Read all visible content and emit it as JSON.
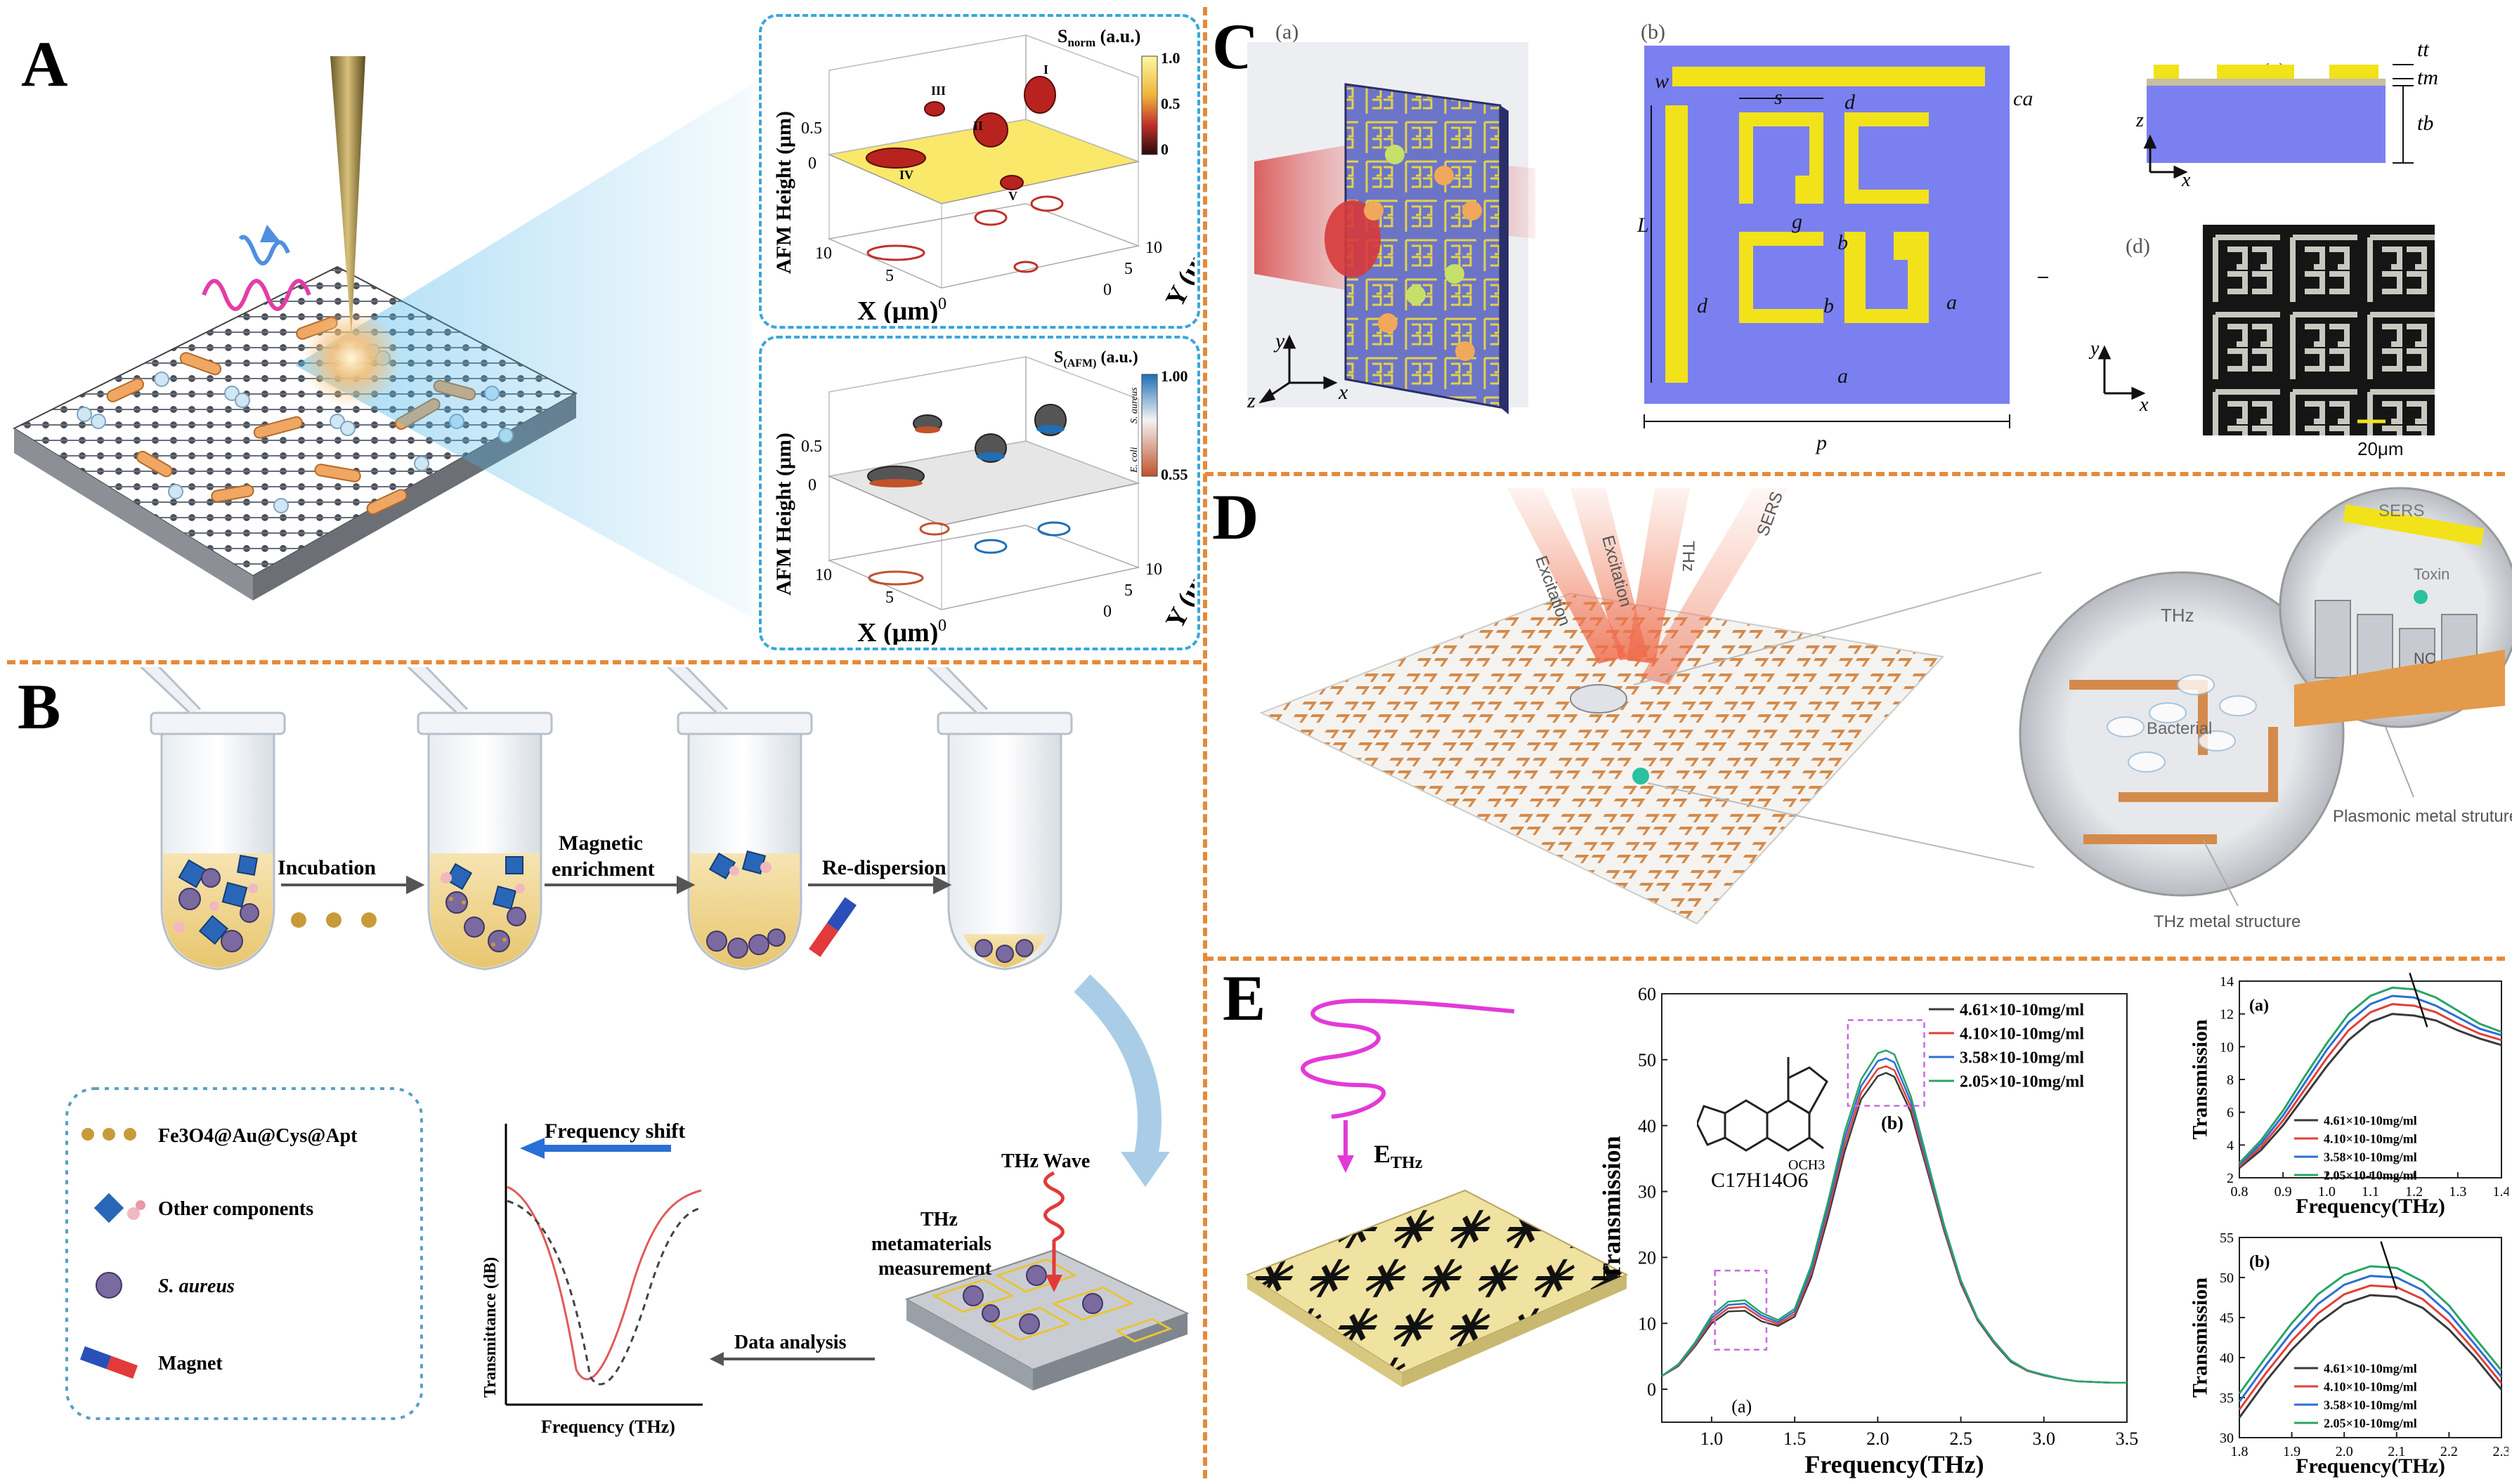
{
  "panels": {
    "A": {
      "label": "A",
      "top_plot": {
        "colorbar_title": "S",
        "colorbar_sub": "norm",
        "colorbar_unit": " (a.u.)",
        "colorbar_ticks": [
          "1.0",
          "0.5",
          "0"
        ],
        "z_label": "AFM Height (μm)",
        "x_label": "X (μm)",
        "y_label": "Y (μm)",
        "z_ticks": [
          "0.5",
          "0"
        ],
        "x_ticks": [
          "10",
          "5",
          "0"
        ],
        "y_ticks": [
          "10",
          "5",
          "0"
        ],
        "peaks": [
          "I",
          "II",
          "III",
          "IV",
          "V"
        ]
      },
      "bottom_plot": {
        "colorbar_title": "S",
        "colorbar_sub": "(AFM)",
        "colorbar_unit": " (a.u.)",
        "colorbar_ticks": [
          "1.00",
          "0.55"
        ],
        "colorbar_side_top": "S. aureus",
        "colorbar_side_bottom": "E. coli",
        "z_label": "AFM Height (μm)",
        "x_label": "X (μm)",
        "y_label": "Y (μm)",
        "z_ticks": [
          "0.5",
          "0"
        ],
        "x_ticks": [
          "10",
          "5",
          "0"
        ],
        "y_ticks": [
          "10",
          "5",
          "0"
        ]
      }
    },
    "B": {
      "label": "B",
      "step_labels": [
        "Incubation",
        "Magnetic",
        "enrichment",
        "Re-dispersion"
      ],
      "thz_wave": "THz Wave",
      "thz_meta_1": "THz",
      "thz_meta_2": "metamaterials",
      "thz_meta_3": "measurement",
      "data_analysis": "Data analysis",
      "legend": {
        "items": [
          "Fe3O4@Au@Cys@Apt",
          "Other components",
          "S. aureus",
          "Magnet"
        ]
      },
      "mini_plot": {
        "title": "Frequency shift",
        "ylabel": "Transmittance (dB)",
        "xlabel": "Frequency (THz)"
      }
    },
    "C": {
      "label": "C",
      "sub_a": "(a)",
      "sub_b": "(b)",
      "sub_c": "(c)",
      "sub_d": "(d)",
      "dims": {
        "w": "w",
        "ca": "ca",
        "s": "s",
        "d": "d",
        "L": "L",
        "g": "g",
        "b": "b",
        "a": "a",
        "p": "p"
      },
      "layers": {
        "tt": "tt",
        "tm": "tm",
        "tb": "tb"
      },
      "axes_a": {
        "x": "x",
        "y": "y",
        "z": "z"
      },
      "axes_b": {
        "x": "x",
        "y": "y"
      },
      "axes_c": {
        "x": "x",
        "z": "z"
      },
      "scale_bar": "20μm"
    },
    "D": {
      "label": "D",
      "beams": [
        "Excitation",
        "Excitation",
        "THz",
        "SERS"
      ],
      "circle1_title": "THz",
      "circle1_inner": "Bacterial",
      "circle2_title": "SERS",
      "circle2_toxin": "Toxin",
      "circle2_nc": "NC",
      "plasmonic": "Plasmonic metal struture",
      "thz_metal": "THz metal structure"
    },
    "E": {
      "label": "E",
      "field": "E",
      "field_sub": "THz",
      "formula": "C17H14O6",
      "och3": "OCH3"
    }
  },
  "chart_data": [
    {
      "type": "line",
      "id": "E-main",
      "xlabel": "Frequency(THz)",
      "ylabel": "Transmission",
      "xlim": [
        0.7,
        3.5
      ],
      "ylim": [
        -5,
        60
      ],
      "xticks": [
        1.0,
        1.5,
        2.0,
        2.5,
        3.0,
        3.5
      ],
      "yticks": [
        0,
        10,
        20,
        30,
        40,
        50,
        60
      ],
      "annotations": [
        "(a)",
        "(b)"
      ],
      "legend_position": "top-right",
      "x": [
        0.7,
        0.8,
        0.9,
        1.0,
        1.1,
        1.2,
        1.3,
        1.4,
        1.5,
        1.6,
        1.7,
        1.8,
        1.9,
        2.0,
        2.05,
        2.1,
        2.2,
        2.3,
        2.4,
        2.5,
        2.6,
        2.7,
        2.8,
        2.9,
        3.0,
        3.1,
        3.2,
        3.3,
        3.4,
        3.5
      ],
      "series": [
        {
          "name": "4.61×10-10mg/ml",
          "color": "#3a3a3a",
          "values": [
            2,
            3.5,
            6.5,
            10,
            11.8,
            11.9,
            10.3,
            9.6,
            11,
            17,
            26,
            36,
            44,
            47.5,
            48,
            47.4,
            42,
            33,
            24,
            16,
            10.5,
            7,
            4.2,
            2.8,
            2.1,
            1.6,
            1.2,
            1.1,
            1.0,
            1.0
          ]
        },
        {
          "name": "4.10×10-10mg/ml",
          "color": "#e0403a",
          "values": [
            2,
            3.6,
            6.7,
            10.4,
            12.3,
            12.5,
            10.8,
            9.9,
            11.4,
            17.6,
            26.8,
            37,
            45,
            48.6,
            49,
            48.4,
            42.8,
            33.5,
            24.3,
            16.2,
            10.6,
            7.1,
            4.3,
            2.8,
            2.1,
            1.6,
            1.2,
            1.1,
            1.0,
            1.0
          ]
        },
        {
          "name": "3.58×10-10mg/ml",
          "color": "#2a6fd6",
          "values": [
            2,
            3.7,
            6.9,
            10.8,
            12.8,
            13.0,
            11.2,
            10.2,
            11.8,
            18.2,
            27.6,
            38,
            46,
            49.8,
            50.2,
            49.6,
            43.6,
            34,
            24.6,
            16.4,
            10.7,
            7.2,
            4.3,
            2.9,
            2.1,
            1.6,
            1.2,
            1.1,
            1.0,
            1.0
          ]
        },
        {
          "name": "2.05×10-10mg/ml",
          "color": "#2aa466",
          "values": [
            2,
            3.8,
            7.1,
            11.2,
            13.3,
            13.5,
            11.6,
            10.5,
            12.2,
            18.8,
            28.4,
            39,
            47,
            51,
            51.4,
            50.8,
            44.4,
            34.6,
            24.9,
            16.6,
            10.8,
            7.3,
            4.4,
            2.9,
            2.2,
            1.6,
            1.2,
            1.1,
            1.0,
            1.0
          ]
        }
      ]
    },
    {
      "type": "line",
      "id": "E-inset-a",
      "annotation": "(a)",
      "xlabel": "Frequency(THz)",
      "ylabel": "Transmission",
      "xlim": [
        0.8,
        1.4
      ],
      "ylim": [
        2,
        14
      ],
      "xticks": [
        0.8,
        0.9,
        1.0,
        1.1,
        1.2,
        1.3,
        1.4
      ],
      "yticks": [
        2,
        4,
        6,
        8,
        10,
        12,
        14
      ],
      "x": [
        0.8,
        0.85,
        0.9,
        0.95,
        1.0,
        1.05,
        1.1,
        1.15,
        1.2,
        1.25,
        1.3,
        1.35,
        1.4
      ],
      "series": [
        {
          "name": "4.61×10-10mg/ml",
          "color": "#3a3a3a",
          "values": [
            2.6,
            3.7,
            5.2,
            7.0,
            8.8,
            10.4,
            11.5,
            12.0,
            11.9,
            11.6,
            11.0,
            10.5,
            10.1
          ]
        },
        {
          "name": "4.10×10-10mg/ml",
          "color": "#e0403a",
          "values": [
            2.7,
            3.9,
            5.5,
            7.4,
            9.3,
            11.0,
            12.1,
            12.6,
            12.5,
            12.1,
            11.4,
            10.8,
            10.4
          ]
        },
        {
          "name": "3.58×10-10mg/ml",
          "color": "#2a6fd6",
          "values": [
            2.8,
            4.1,
            5.8,
            7.8,
            9.8,
            11.5,
            12.6,
            13.1,
            13.0,
            12.5,
            11.8,
            11.1,
            10.7
          ]
        },
        {
          "name": "2.05×10-10mg/ml",
          "color": "#2aa466",
          "values": [
            2.9,
            4.3,
            6.1,
            8.2,
            10.2,
            12.0,
            13.1,
            13.6,
            13.5,
            13.0,
            12.2,
            11.4,
            10.9
          ]
        }
      ]
    },
    {
      "type": "line",
      "id": "E-inset-b",
      "annotation": "(b)",
      "xlabel": "Frequency(THz)",
      "ylabel": "Transmission",
      "xlim": [
        1.8,
        2.3
      ],
      "ylim": [
        30,
        55
      ],
      "xticks": [
        1.8,
        1.9,
        2.0,
        2.1,
        2.2,
        2.3
      ],
      "yticks": [
        30,
        35,
        40,
        45,
        50,
        55
      ],
      "x": [
        1.8,
        1.85,
        1.9,
        1.95,
        2.0,
        2.05,
        2.1,
        2.15,
        2.2,
        2.25,
        2.3
      ],
      "series": [
        {
          "name": "4.61×10-10mg/ml",
          "color": "#3a3a3a",
          "values": [
            32.5,
            37,
            41,
            44.3,
            46.7,
            47.8,
            47.6,
            46.2,
            43.5,
            40,
            36
          ]
        },
        {
          "name": "4.10×10-10mg/ml",
          "color": "#e0403a",
          "values": [
            33.5,
            38,
            42.1,
            45.5,
            47.9,
            49,
            48.8,
            47.3,
            44.5,
            40.8,
            36.8
          ]
        },
        {
          "name": "3.58×10-10mg/ml",
          "color": "#2a6fd6",
          "values": [
            34.5,
            39,
            43.2,
            46.7,
            49.1,
            50.2,
            50,
            48.4,
            45.5,
            41.6,
            37.6
          ]
        },
        {
          "name": "2.05×10-10mg/ml",
          "color": "#2aa466",
          "values": [
            35.5,
            40,
            44.3,
            47.9,
            50.3,
            51.4,
            51.2,
            49.5,
            46.5,
            42.4,
            38.4
          ]
        }
      ]
    }
  ]
}
